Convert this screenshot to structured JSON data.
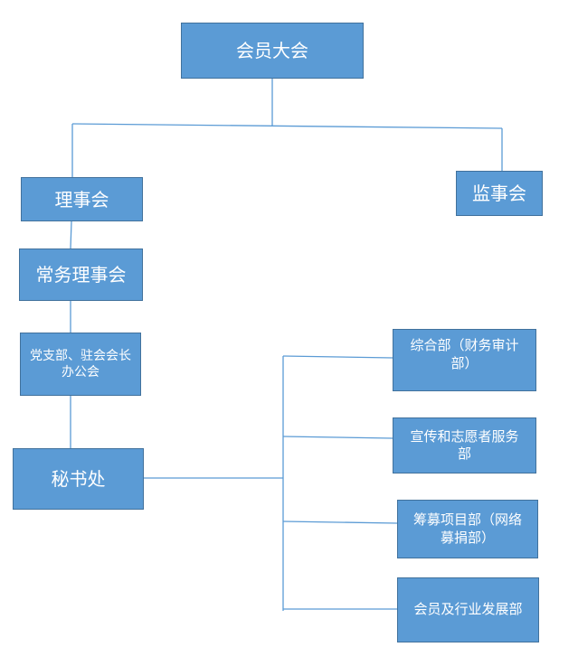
{
  "nodes": {
    "general_assembly": "会员大会",
    "council": "理事会",
    "supervisory_board": "监事会",
    "standing_council": "常务理事会",
    "party_branch_office": "党支部、驻会会长办公会",
    "secretariat": "秘书处",
    "general_affairs_dept": "综合部（财务审计部）",
    "publicity_volunteer_dept": "宣传和志愿者服务部",
    "fundraising_dept": "筹募项目部（网络募捐部）",
    "member_industry_dept": "会员及行业发展部"
  },
  "colors": {
    "box_fill": "#5b9bd5",
    "box_border": "#41719c",
    "box_text": "#ffffff",
    "connector": "#5b9bd5"
  }
}
